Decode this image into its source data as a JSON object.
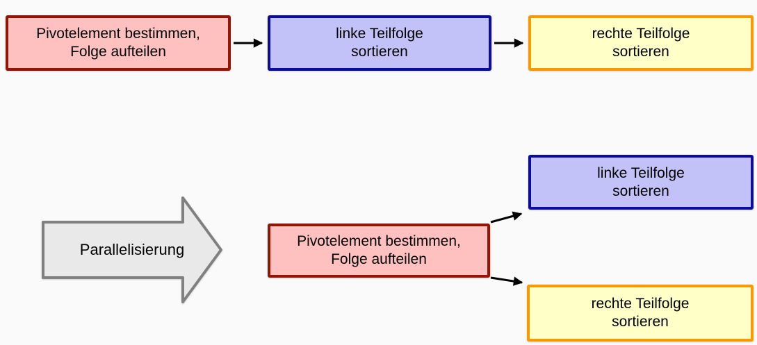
{
  "colors": {
    "bg": "#fafafa",
    "red-fill": "#ffc0c0",
    "red-border": "#921505",
    "blue-fill": "#c2c2f8",
    "blue-border": "#0c0c9c",
    "yellow-fill": "#ffffc8",
    "yellow-border": "#f89900",
    "gray-fill": "#e9e9e9",
    "gray-border": "#808080",
    "arrow-color": "#000000",
    "text-color": "#000000"
  },
  "diagram": {
    "sequential": {
      "pivot_box": {
        "label": "Pivotelement bestimmen,\nFolge aufteilen"
      },
      "left_box": {
        "label": "linke Teilfolge\nsortieren"
      },
      "right_box": {
        "label": "rechte Teilfolge\nsortieren"
      }
    },
    "transform_arrow": {
      "label": "Parallelisierung"
    },
    "parallel": {
      "pivot_box": {
        "label": "Pivotelement bestimmen,\nFolge aufteilen"
      },
      "left_box": {
        "label": "linke Teilfolge\nsortieren"
      },
      "right_box": {
        "label": "rechte Teilfolge\nsortieren"
      }
    }
  }
}
